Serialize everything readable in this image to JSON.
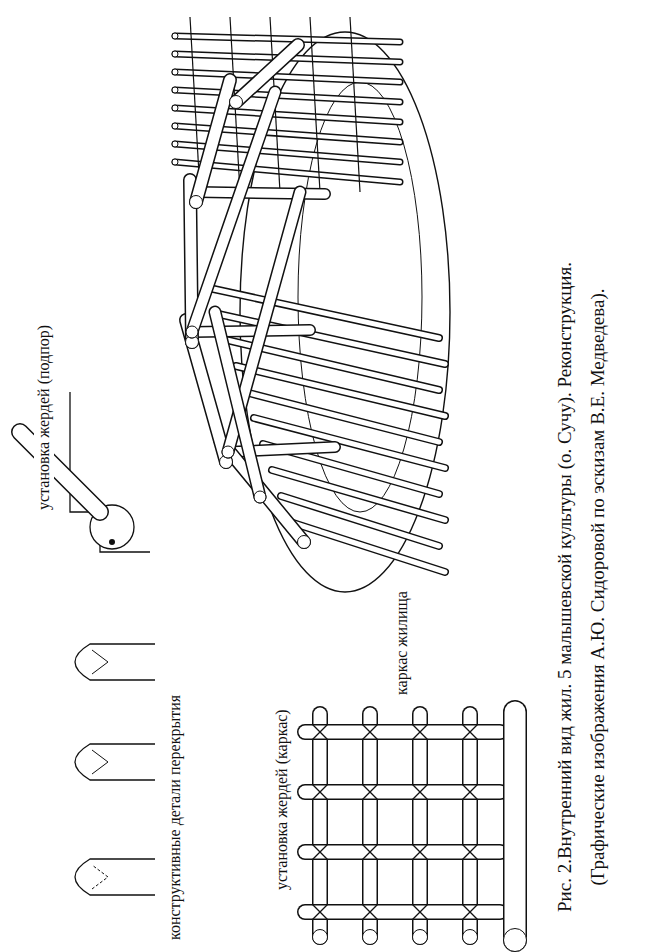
{
  "diagram": {
    "caption": "Рис. 2.Внутренний вид жил. 5 малышевской культуры (о. Сучу). Реконструкция. (Графические изображения А.Ю. Сидоровой по эскизам В.Е. Медведева).",
    "labels": [
      "установка жердей (подпор)",
      "конструктивные детали перекрытия",
      "установка жердей (каркас)",
      "каркас жилища"
    ]
  }
}
